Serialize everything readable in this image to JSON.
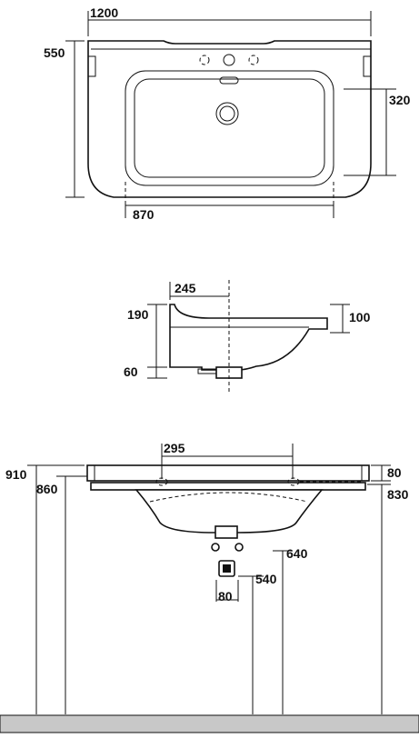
{
  "top_view": {
    "width_label": "1200",
    "depth_label": "550",
    "bowl_depth_label": "320",
    "bowl_width_label": "870"
  },
  "side_view": {
    "depth_label": "245",
    "height_label": "190",
    "rim_label": "100",
    "drain_label": "60"
  },
  "front_view": {
    "mount_label": "295",
    "rim_height_label": "910",
    "bracket_height_label": "860",
    "top_thickness_label": "80",
    "underside_height_label": "830",
    "supply_height_label": "640",
    "waste_height_label": "540",
    "waste_width_label": "80"
  },
  "colors": {
    "line": "#111111",
    "floor": "#c8c8c8"
  }
}
